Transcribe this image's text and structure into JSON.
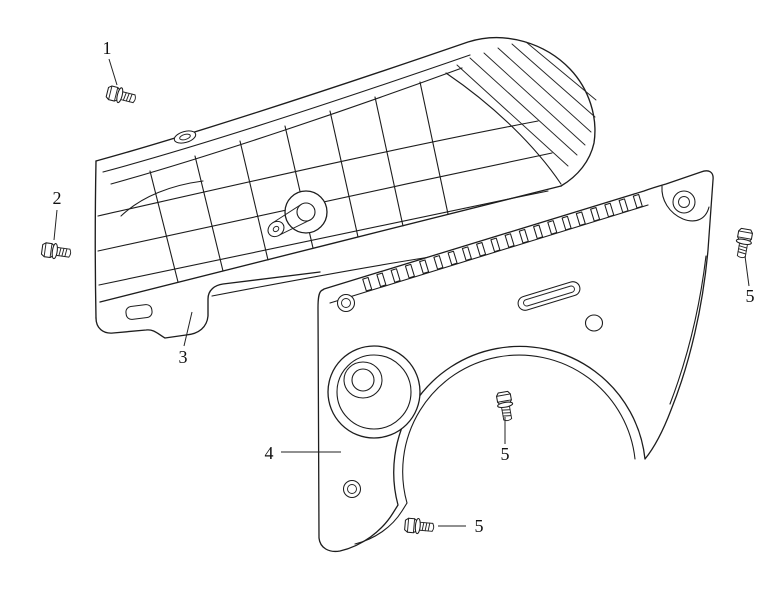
{
  "canvas": {
    "background": "#ffffff",
    "line_color": "#1d1d1d"
  },
  "icons": {
    "fastener": "flange-bolt-icon"
  },
  "callouts": {
    "c1": {
      "label": "1"
    },
    "c2": {
      "label": "2"
    },
    "c3": {
      "label": "3"
    },
    "c4": {
      "label": "4"
    },
    "c5_right": {
      "label": "5"
    },
    "c5_arch": {
      "label": "5"
    },
    "c5_bottom": {
      "label": "5"
    }
  }
}
